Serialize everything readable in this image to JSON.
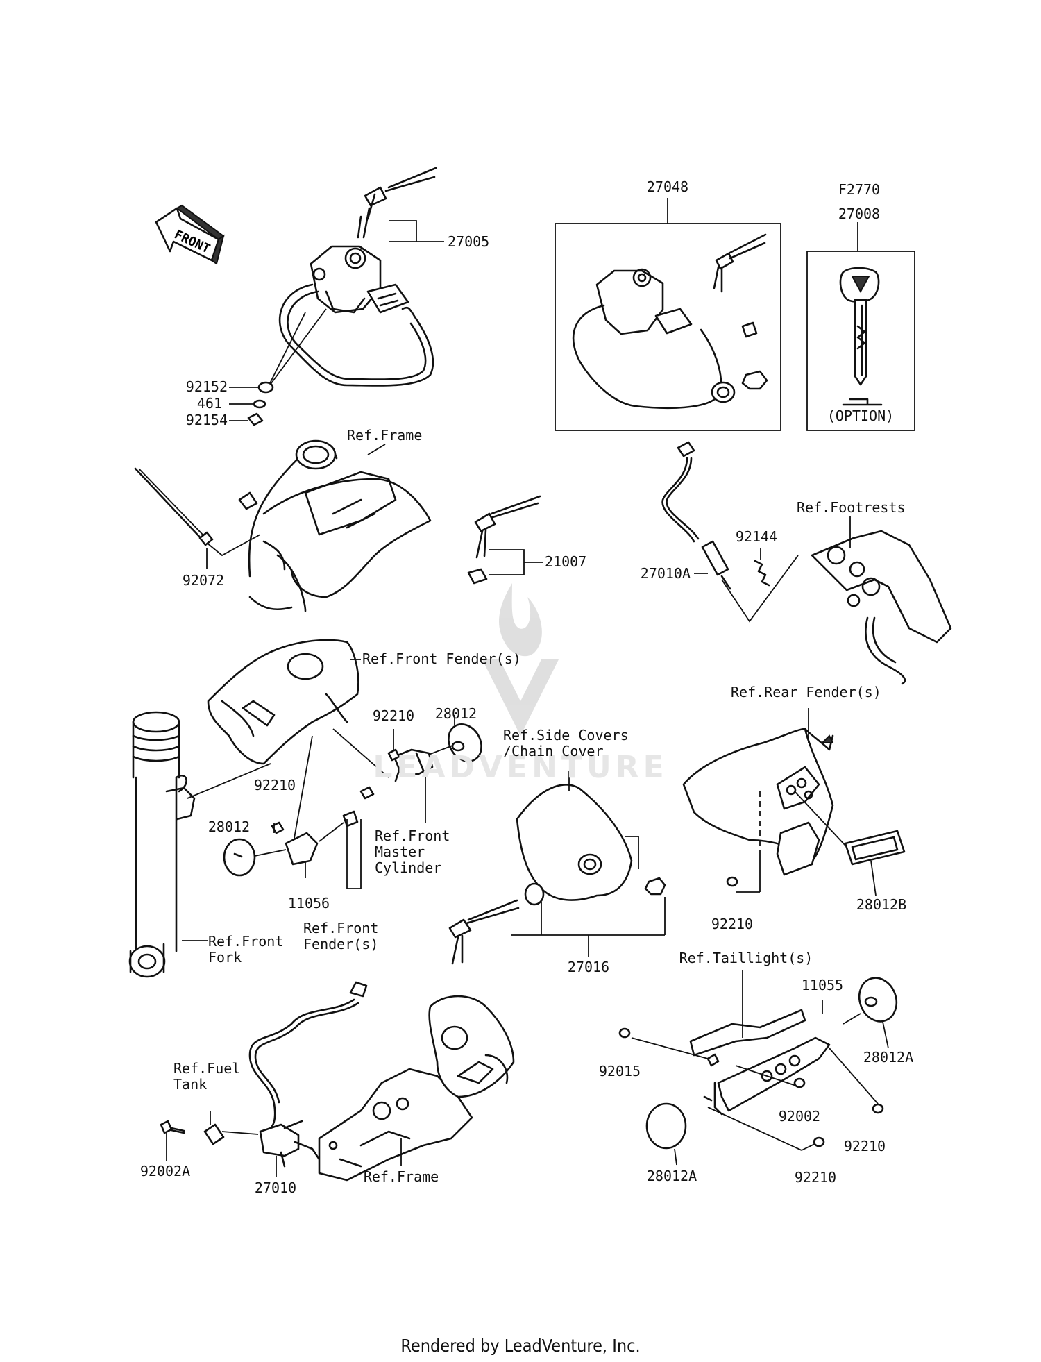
{
  "labels": {
    "p27005": "27005",
    "p92152": "92152",
    "p461": "461",
    "p92154": "92154",
    "p27048": "27048",
    "pF2770": "F2770",
    "p27008": "27008",
    "option": "(OPTION)",
    "refFrameTop": "Ref.Frame",
    "p92072": "92072",
    "p21007": "21007",
    "refFootrests": "Ref.Footrests",
    "p92144": "92144",
    "p27010A": "27010A",
    "refFrontFender1": "Ref.Front Fender(s)",
    "p28012a": "28012",
    "p92210a": "92210",
    "p92210b": "92210",
    "p28012b": "28012",
    "p11056": "11056",
    "refFrontMaster": "Ref.Front\nMaster\nCylinder",
    "refFrontFender2": "Ref.Front\nFender(s)",
    "refFrontFork": "Ref.Front\nFork",
    "refSideCovers": "Ref.Side Covers\n/Chain Cover",
    "p27016": "27016",
    "refRearFender": "Ref.Rear Fender(s)",
    "p92210c": "92210",
    "p28012B": "28012B",
    "refTaillight": "Ref.Taillight(s)",
    "p11055": "11055",
    "p92015": "92015",
    "p28012A1": "28012A",
    "p92002": "92002",
    "p92210d": "92210",
    "p28012A2": "28012A",
    "p92210e": "92210",
    "refFuelTank": "Ref.Fuel\nTank",
    "p92002A": "92002A",
    "p27010": "27010",
    "refFrameBottom": "Ref.Frame"
  },
  "front_badge": "FRONT",
  "watermark": "LEADVENTURE",
  "footer": "Rendered by LeadVenture, Inc."
}
